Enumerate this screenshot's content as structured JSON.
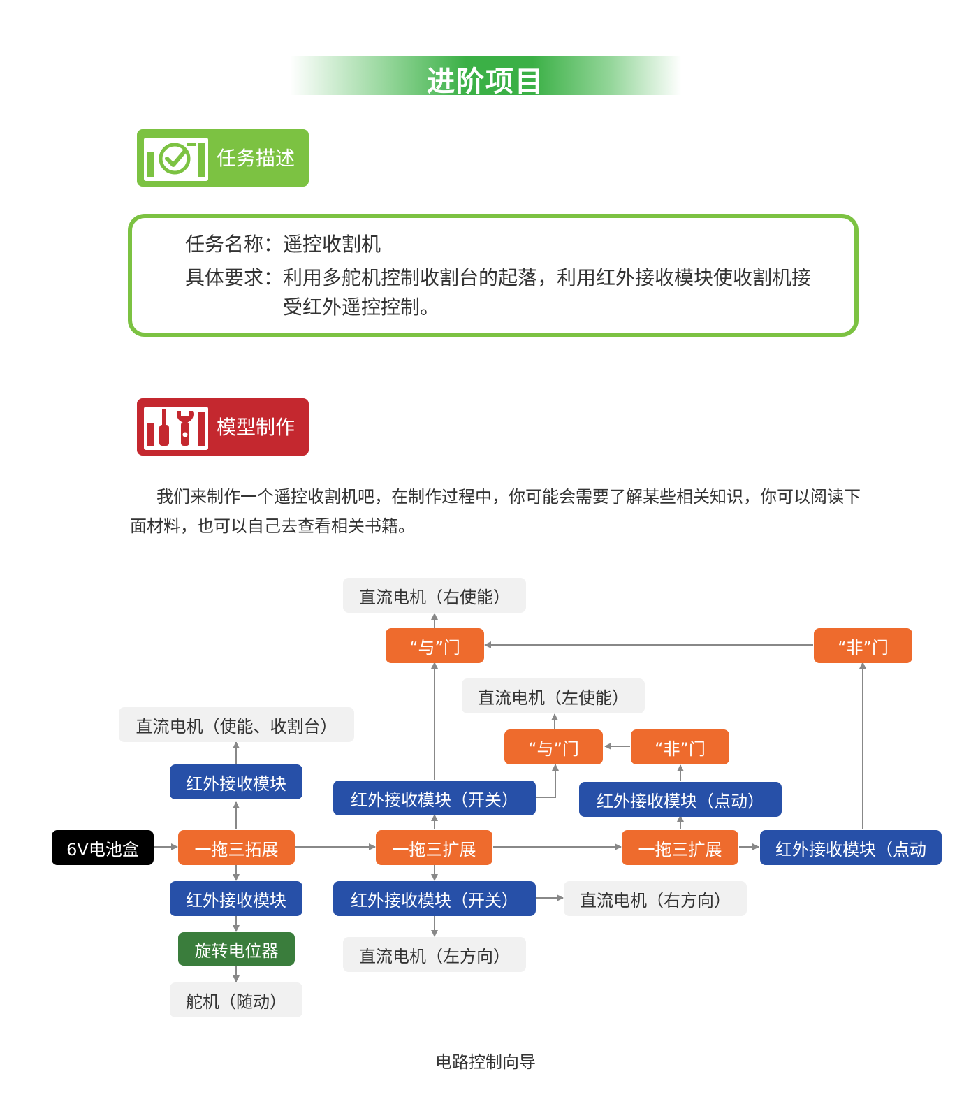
{
  "header": {
    "title": "进阶项目"
  },
  "task_section": {
    "tag_label": "任务描述",
    "tag_icon": "checklist-check-icon"
  },
  "task_box": {
    "name_label": "任务名称：",
    "name_value": "遥控收割机",
    "req_label": "具体要求：",
    "req_line1": "利用多舵机控制收割台的起落，利用红外接收模块使收割机接",
    "req_line2": "受红外遥控控制。"
  },
  "model_section": {
    "tag_label": "模型制作",
    "tag_icon": "tools-icon"
  },
  "intro": "我们来制作一个遥控收割机吧，在制作过程中，你可能会需要了解某些相关知识，你可以阅读下面材料，也可以自己去查看相关书籍。",
  "diagram": {
    "caption": "电路控制向导",
    "colors": {
      "gray": "#f1f1f1",
      "orange": "#ee6b2d",
      "blue": "#2750a8",
      "green": "#3a7d3c",
      "black": "#000000",
      "arrow": "#888888"
    },
    "nodes": {
      "battery": "6V电池盒",
      "ext1": "一拖三拓展",
      "ir_a": "红外接收模块",
      "motor_enable_harvest": "直流电机（使能、收割台）",
      "ir_b": "红外接收模块",
      "pot": "旋转电位器",
      "servo": "舵机（随动）",
      "ext2": "一拖三扩展",
      "ir_switch_top": "红外接收模块（开关）",
      "and_top": "“与”门",
      "motor_right_enable": "直流电机（右使能）",
      "ir_switch_bottom": "红外接收模块（开关）",
      "motor_left_dir": "直流电机（左方向）",
      "motor_right_dir": "直流电机（右方向）",
      "and_mid": "“与”门",
      "motor_left_enable": "直流电机（左使能）",
      "not_mid": "“非”门",
      "ir_click_mid": "红外接收模块（点动）",
      "ext3": "一拖三扩展",
      "ir_click_right": "红外接收模块（点动",
      "not_top": "“非”门"
    }
  }
}
